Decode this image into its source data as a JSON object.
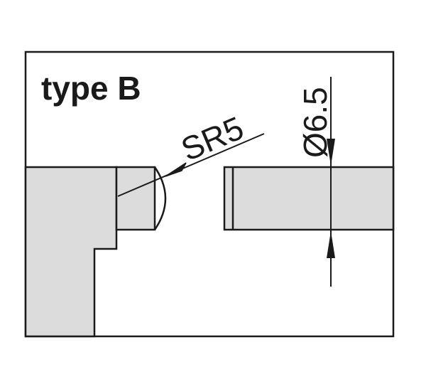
{
  "diagram": {
    "title": "type B",
    "radius_label": "SR5",
    "diameter_label": "Ø6.5",
    "colors": {
      "line": "#1a1a1a",
      "part_fill": "#dcdcdc",
      "background": "#ffffff"
    }
  }
}
